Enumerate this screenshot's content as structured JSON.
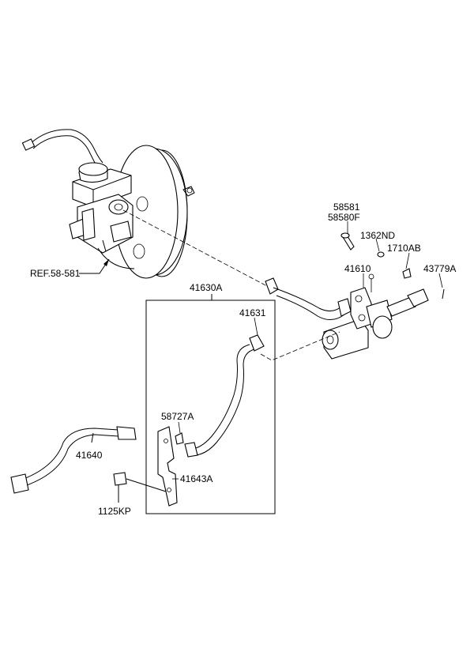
{
  "labels": {
    "ref": "REF.58-581",
    "p58581": "58581",
    "p58580f": "58580F",
    "p1362nd": "1362ND",
    "p1710ab": "1710AB",
    "p41610": "41610",
    "p43779a": "43779A",
    "p41630a": "41630A",
    "p41631": "41631",
    "p58727a": "58727A",
    "p41640": "41640",
    "p41643a": "41643A",
    "p1125kp": "1125KP"
  }
}
